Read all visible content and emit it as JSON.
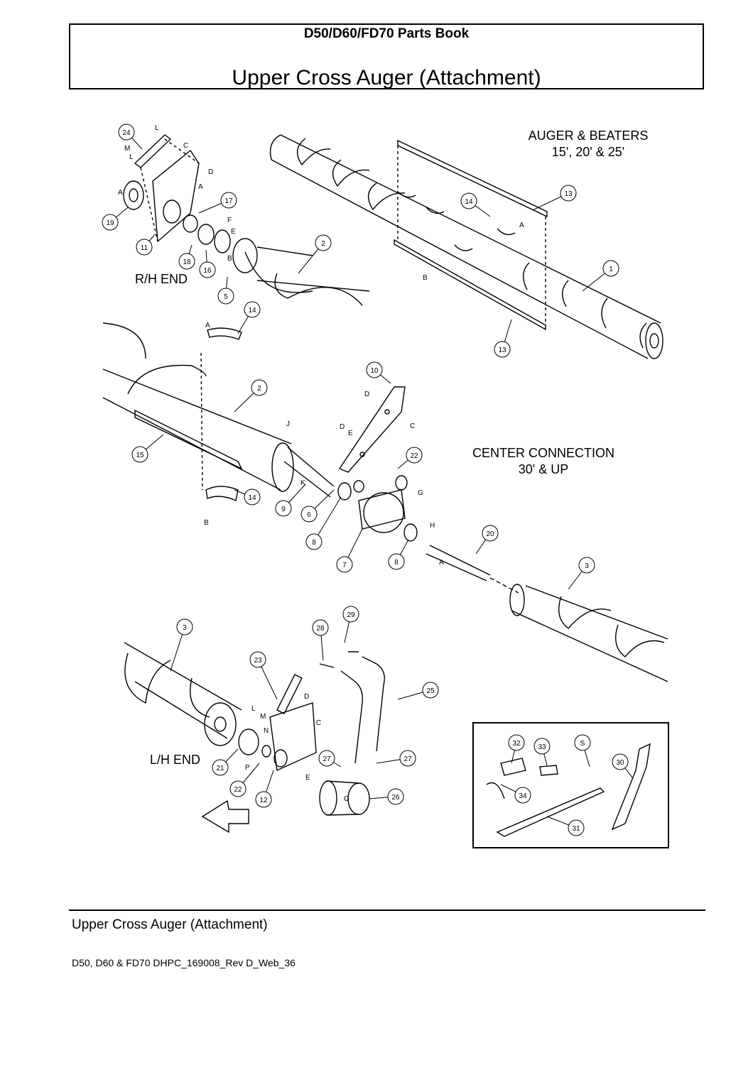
{
  "header": {
    "book_title": "D50/D60/FD70 Parts Book",
    "page_title": "Upper Cross Auger (Attachment)"
  },
  "diagram": {
    "section_labels": {
      "auger_beaters_line1": "AUGER & BEATERS",
      "auger_beaters_line2": "15', 20' & 25'",
      "rh_end": "R/H END",
      "center_connection_line1": "CENTER CONNECTION",
      "center_connection_line2": "30' & UP",
      "lh_end": "L/H END"
    },
    "callouts": [
      "24",
      "17",
      "19",
      "11",
      "18",
      "16",
      "5",
      "2",
      "14",
      "13",
      "1",
      "14",
      "13",
      "10",
      "2",
      "15",
      "22",
      "9",
      "6",
      "8",
      "14",
      "7",
      "8",
      "20",
      "3",
      "3",
      "28",
      "29",
      "23",
      "25",
      "27",
      "27",
      "21",
      "22",
      "12",
      "26",
      "32",
      "33",
      "S",
      "30",
      "34",
      "31"
    ],
    "letters": [
      "L",
      "M",
      "L",
      "C",
      "D",
      "A",
      "A",
      "F",
      "E",
      "B",
      "A",
      "B",
      "A",
      "D",
      "C",
      "D",
      "E",
      "J",
      "K",
      "G",
      "B",
      "H",
      "A",
      "D",
      "L",
      "M",
      "N",
      "C",
      "P",
      "E",
      "G"
    ]
  },
  "footer": {
    "title": "Upper Cross Auger (Attachment)",
    "code": "D50, D60 & FD70 DHPC_169008_Rev D_Web_36"
  }
}
